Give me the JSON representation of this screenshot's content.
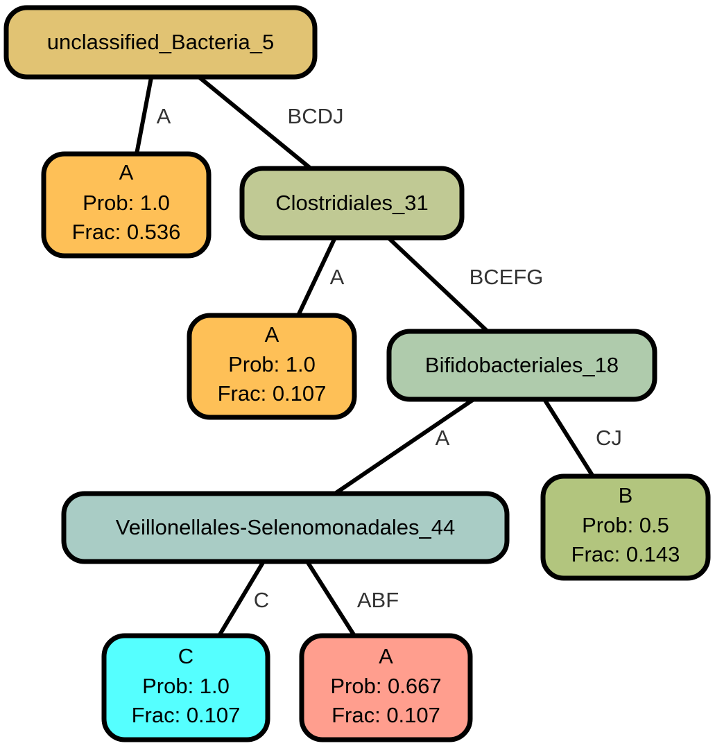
{
  "nodes": {
    "root": {
      "lines": [
        "unclassified_Bacteria_5"
      ],
      "color": "#E1C373"
    },
    "leaf_a1": {
      "lines": [
        "A",
        "Prob: 1.0",
        "Frac: 0.536"
      ],
      "color": "#FEC057"
    },
    "clostridiales": {
      "lines": [
        "Clostridiales_31"
      ],
      "color": "#C0C994"
    },
    "leaf_a2": {
      "lines": [
        "A",
        "Prob: 1.0",
        "Frac: 0.107"
      ],
      "color": "#FEC057"
    },
    "bifido": {
      "lines": [
        "Bifidobacteriales_18"
      ],
      "color": "#AFCBAC"
    },
    "veillo": {
      "lines": [
        "Veillonellales-Selenomonadales_44"
      ],
      "color": "#A9CCC5"
    },
    "leaf_b": {
      "lines": [
        "B",
        "Prob: 0.5",
        "Frac: 0.143"
      ],
      "color": "#B2C57E"
    },
    "leaf_c": {
      "lines": [
        "C",
        "Prob: 1.0",
        "Frac: 0.107"
      ],
      "color": "#55FFFF"
    },
    "leaf_a3": {
      "lines": [
        "A",
        "Prob: 0.667",
        "Frac: 0.107"
      ],
      "color": "#FF9E8E"
    }
  },
  "edges": {
    "root_to_a1": "A",
    "root_to_clostridiales": "BCDJ",
    "clostridiales_to_a2": "A",
    "clostridiales_to_bifido": "BCEFG",
    "bifido_to_veillo": "A",
    "bifido_to_b": "CJ",
    "veillo_to_c": "C",
    "veillo_to_a3": "ABF"
  }
}
